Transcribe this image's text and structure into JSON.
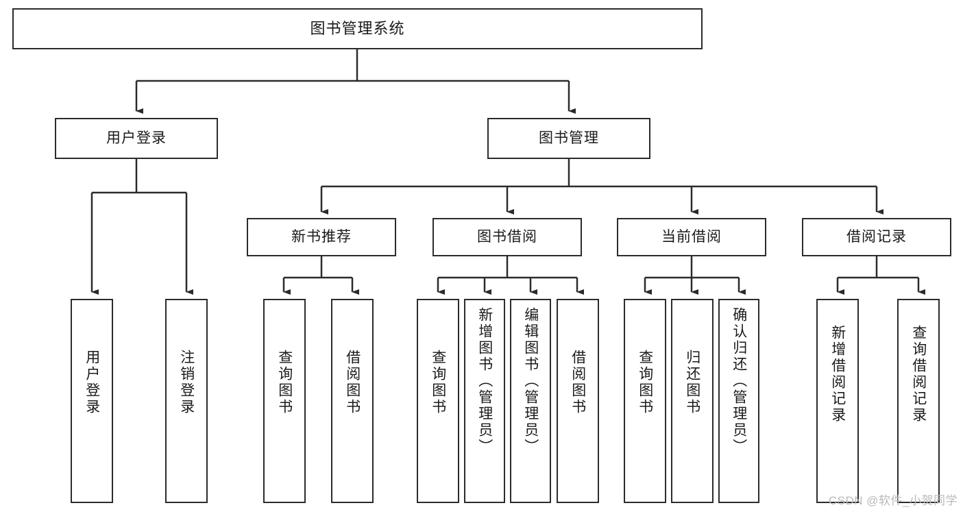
{
  "diagram": {
    "title": "图书管理系统",
    "type": "tree",
    "watermark": "CSDN @软件_小贺同学",
    "colors": {
      "border": "#2b2b2b",
      "background": "#ffffff",
      "text": "#1a1a1a",
      "edge": "#2b2b2b",
      "watermark": "#b9b9b9"
    },
    "nodes": {
      "root": {
        "label": "图书管理系统",
        "orientation": "horizontal"
      },
      "level2": [
        {
          "id": "user-login",
          "label": "用户登录",
          "orientation": "horizontal"
        },
        {
          "id": "book-manage",
          "label": "图书管理",
          "orientation": "horizontal"
        }
      ],
      "level3": [
        {
          "id": "new-book-recommend",
          "label": "新书推荐",
          "orientation": "horizontal"
        },
        {
          "id": "book-borrow",
          "label": "图书借阅",
          "orientation": "horizontal"
        },
        {
          "id": "current-borrow",
          "label": "当前借阅",
          "orientation": "horizontal"
        },
        {
          "id": "borrow-record",
          "label": "借阅记录",
          "orientation": "horizontal"
        }
      ],
      "leaves": [
        {
          "id": "leaf-user-login",
          "label": "用户登录",
          "parent": "user-login",
          "orientation": "vertical"
        },
        {
          "id": "leaf-logout-login",
          "label": "注销登录",
          "parent": "user-login",
          "orientation": "vertical"
        },
        {
          "id": "leaf-query-book-1",
          "label": "查询图书",
          "parent": "new-book-recommend",
          "orientation": "vertical"
        },
        {
          "id": "leaf-borrow-book-1",
          "label": "借阅图书",
          "parent": "new-book-recommend",
          "orientation": "vertical"
        },
        {
          "id": "leaf-query-book-2",
          "label": "查询图书",
          "parent": "book-borrow",
          "orientation": "vertical"
        },
        {
          "id": "leaf-add-book",
          "label": "新增图书（管理员）",
          "parent": "book-borrow",
          "orientation": "vertical"
        },
        {
          "id": "leaf-edit-book",
          "label": "编辑图书（管理员）",
          "parent": "book-borrow",
          "orientation": "vertical"
        },
        {
          "id": "leaf-borrow-book-2",
          "label": "借阅图书",
          "parent": "book-borrow",
          "orientation": "vertical"
        },
        {
          "id": "leaf-query-book-3",
          "label": "查询图书",
          "parent": "current-borrow",
          "orientation": "vertical"
        },
        {
          "id": "leaf-return-book",
          "label": "归还图书",
          "parent": "current-borrow",
          "orientation": "vertical"
        },
        {
          "id": "leaf-confirm-return",
          "label": "确认归还（管理员）",
          "parent": "current-borrow",
          "orientation": "vertical"
        },
        {
          "id": "leaf-add-record",
          "label": "新增借阅记录",
          "parent": "borrow-record",
          "orientation": "vertical"
        },
        {
          "id": "leaf-query-record",
          "label": "查询借阅记录",
          "parent": "borrow-record",
          "orientation": "vertical"
        }
      ]
    }
  }
}
